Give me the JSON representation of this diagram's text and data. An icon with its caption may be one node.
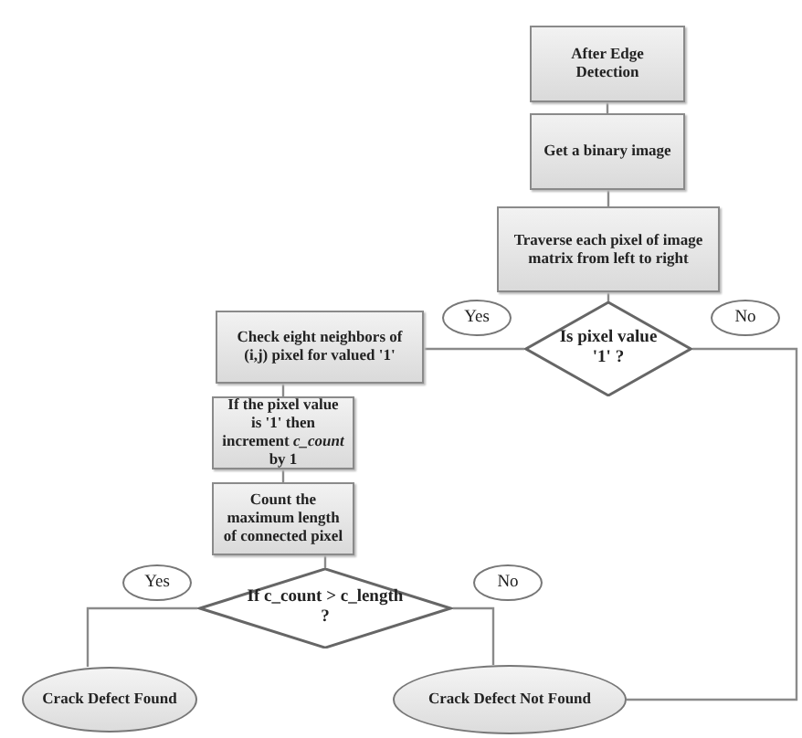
{
  "diagram": {
    "nodes": [
      {
        "text": [
          "After Edge Detection"
        ]
      },
      {
        "text": [
          "Get a binary image"
        ]
      },
      {
        "text": [
          "Traverse each pixel of image matrix from left to right"
        ]
      },
      {
        "text": [
          "Is pixel value '1' ?"
        ]
      },
      {
        "text": [
          "Check eight neighbors of (i,j) pixel for valued '1'"
        ]
      },
      {
        "text": [
          "If the pixel value is '1' then increment *c_count* by 1"
        ]
      },
      {
        "text": [
          "Count the maximum length of connected pixel"
        ]
      },
      {
        "text": [
          "If c_count > c_length ?"
        ]
      },
      {
        "text": [
          "Crack Defect Found"
        ]
      },
      {
        "text": [
          "Crack Defect Not Found"
        ]
      }
    ],
    "edges": [
      {
        "from": 0,
        "to": 1,
        "arrow": "none"
      },
      {
        "from": 1,
        "to": 2,
        "arrow": "none"
      },
      {
        "from": 2,
        "to": 3,
        "arrow": "none"
      },
      {
        "from": 3,
        "to": 4,
        "arrow": "none",
        "label": "Yes"
      },
      {
        "from": 3,
        "to": 9,
        "arrow": "none",
        "label": "No"
      },
      {
        "from": 4,
        "to": 5,
        "arrow": "none"
      },
      {
        "from": 5,
        "to": 6,
        "arrow": "none"
      },
      {
        "from": 6,
        "to": 7,
        "arrow": "none"
      },
      {
        "from": 7,
        "to": 8,
        "arrow": "none",
        "label": "Yes"
      },
      {
        "from": 7,
        "to": 9,
        "arrow": "none",
        "label": "No"
      }
    ]
  }
}
